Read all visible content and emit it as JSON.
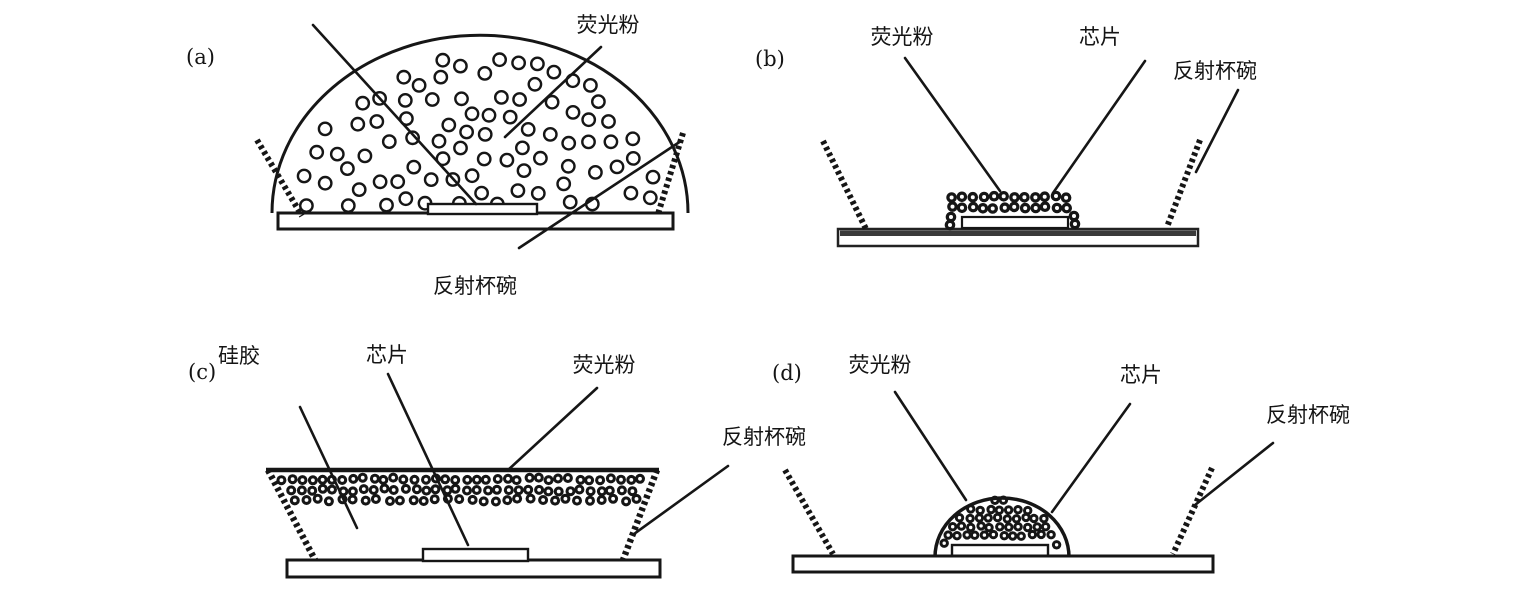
{
  "figure": {
    "background_color": "#ffffff",
    "ink_color": "#161616",
    "panels": {
      "a": {
        "tag": "(a)",
        "phosphor_label": "荧光粉",
        "reflector_label": "反射杯碗"
      },
      "b": {
        "tag": "(b)",
        "phosphor_label": "荧光粉",
        "chip_label": "芯片",
        "reflector_label": "反射杯碗"
      },
      "c": {
        "tag": "(c)",
        "silicone_label": "硅胶",
        "chip_label": "芯片",
        "phosphor_label": "荧光粉",
        "reflector_label": "反射杯碗"
      },
      "d": {
        "tag": "(d)",
        "phosphor_label": "荧光粉",
        "chip_label": "芯片",
        "reflector_label": "反射杯碗"
      }
    }
  }
}
